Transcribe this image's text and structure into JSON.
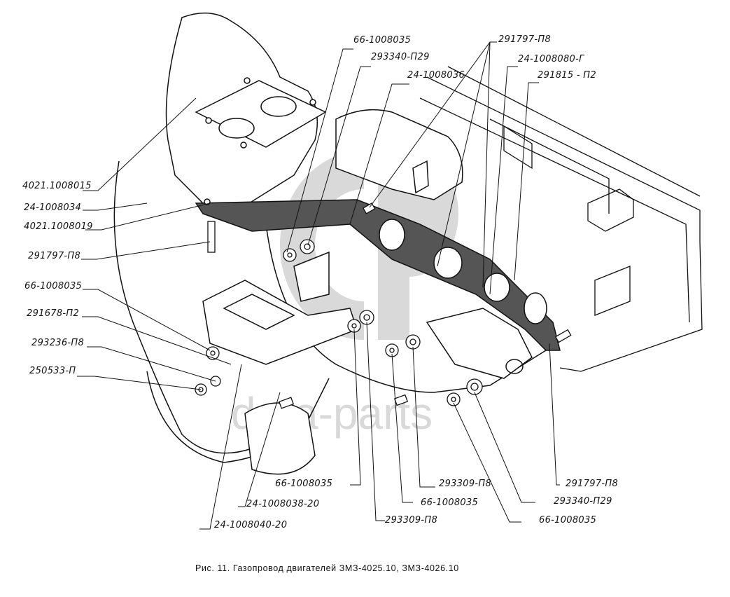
{
  "figure": {
    "caption": "Рис. 11. Газопровод двигателей ЗМЗ-4025.10, ЗМЗ-4026.10",
    "watermark_text": "data-parts",
    "watermark_logo": "GP"
  },
  "callouts": {
    "top": [
      {
        "id": "c1",
        "text": "66-1008035"
      },
      {
        "id": "c2",
        "text": "293340-П29"
      },
      {
        "id": "c3",
        "text": "24-1008036"
      },
      {
        "id": "c4",
        "text": "291797-П8"
      },
      {
        "id": "c5",
        "text": "24-1008080-Г"
      },
      {
        "id": "c6",
        "text": "291815 - П2"
      }
    ],
    "left": [
      {
        "id": "c7",
        "text": "4021.1008015"
      },
      {
        "id": "c8",
        "text": "24-1008034"
      },
      {
        "id": "c9",
        "text": "4021.1008019"
      },
      {
        "id": "c10",
        "text": "291797-П8"
      },
      {
        "id": "c11",
        "text": "66-1008035"
      },
      {
        "id": "c12",
        "text": "291678-П2"
      },
      {
        "id": "c13",
        "text": "293236-П8"
      },
      {
        "id": "c14",
        "text": "250533-П"
      }
    ],
    "bottom": [
      {
        "id": "c15",
        "text": "66-1008035"
      },
      {
        "id": "c16",
        "text": "24-1008038-20"
      },
      {
        "id": "c17",
        "text": "24-1008040-20"
      },
      {
        "id": "c18",
        "text": "293309-П8"
      },
      {
        "id": "c19",
        "text": "66-1008035"
      },
      {
        "id": "c20",
        "text": "293309-П8"
      },
      {
        "id": "c21",
        "text": "291797-П8"
      },
      {
        "id": "c22",
        "text": "293340-П29"
      },
      {
        "id": "c23",
        "text": "66-1008035"
      }
    ]
  }
}
